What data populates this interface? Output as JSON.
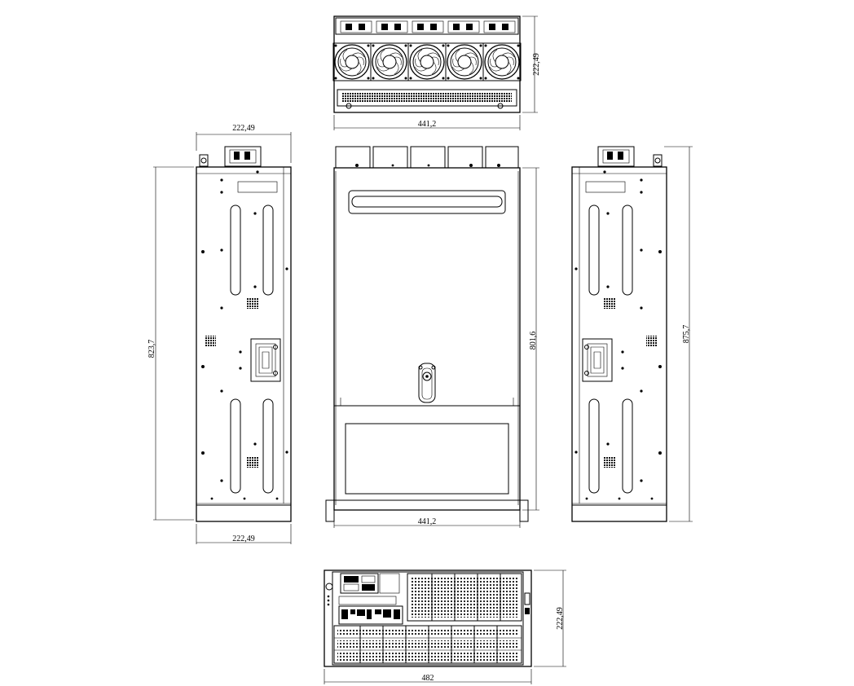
{
  "dimensions": {
    "top_view_height": "222,49",
    "top_view_width": "441,2",
    "left_view_top_width": "222,49",
    "left_view_height": "823,7",
    "left_view_bottom_width": "222,49",
    "front_view_height": "801,6",
    "front_view_width": "441,2",
    "right_view_height": "875,7",
    "rear_view_height": "222,49",
    "rear_view_width": "482"
  }
}
